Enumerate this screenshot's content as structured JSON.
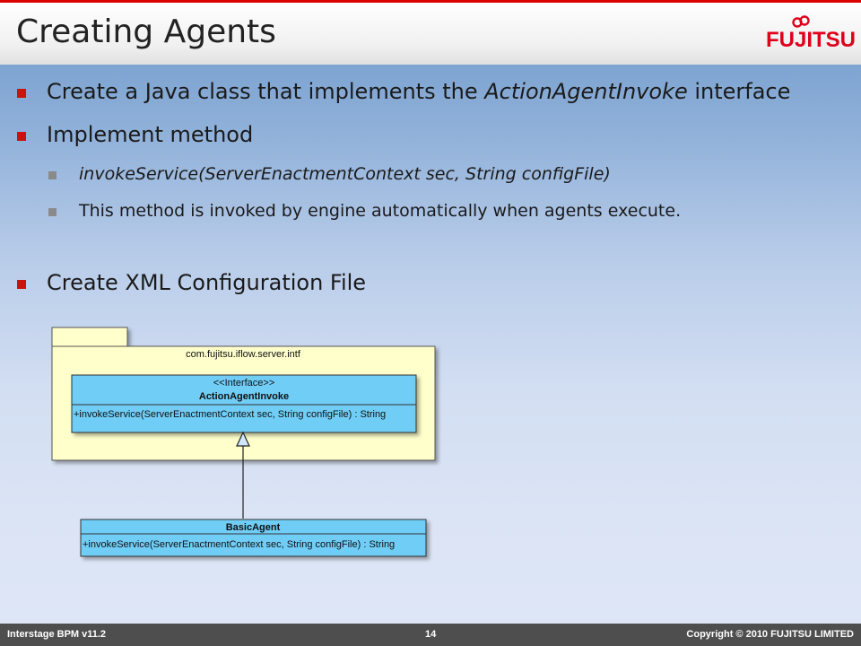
{
  "header": {
    "title": "Creating Agents",
    "logo_text": "FUJITSU",
    "colors": {
      "accent_red": "#c9130e",
      "logo_red": "#e0001b"
    }
  },
  "content": {
    "bullet1": {
      "prefix": "Create a Java class that implements the ",
      "italic": "ActionAgentInvoke",
      "suffix": " interface"
    },
    "bullet2": {
      "text": "Implement method"
    },
    "sub1": {
      "text": "invokeService(ServerEnactmentContext sec, String configFile)"
    },
    "sub2": {
      "text": "This method is invoked by engine automatically when agents execute."
    },
    "bullet3": {
      "text": "Create XML Configuration File"
    }
  },
  "diagram": {
    "package_name": "com.fujitsu.iflow.server.intf",
    "interface_stereotype": "<<Interface>>",
    "interface_name": "ActionAgentInvoke",
    "interface_method": "+invokeService(ServerEnactmentContext sec, String configFile) : String",
    "class_name": "BasicAgent",
    "class_method": "+invokeService(ServerEnactmentContext sec, String configFile) : String",
    "colors": {
      "package_fill": "#ffffcc",
      "class_fill": "#6fcdf6"
    }
  },
  "footer": {
    "left": "Interstage BPM v11.2",
    "page": "14",
    "copyright": "Copyright © 2010 FUJITSU LIMITED"
  }
}
